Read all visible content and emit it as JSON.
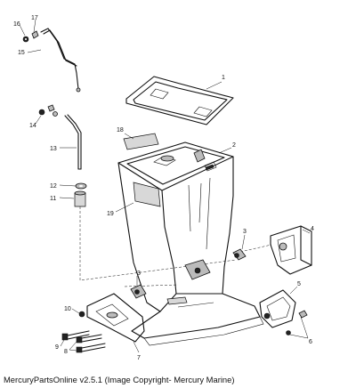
{
  "diagram": {
    "callouts": [
      {
        "id": "callout-1",
        "text": "1"
      },
      {
        "id": "callout-2",
        "text": "2"
      },
      {
        "id": "callout-3a",
        "text": "3"
      },
      {
        "id": "callout-3b",
        "text": "3"
      },
      {
        "id": "callout-4",
        "text": "4"
      },
      {
        "id": "callout-5",
        "text": "5"
      },
      {
        "id": "callout-6",
        "text": "6"
      },
      {
        "id": "callout-7",
        "text": "7"
      },
      {
        "id": "callout-8",
        "text": "8"
      },
      {
        "id": "callout-9",
        "text": "9"
      },
      {
        "id": "callout-10",
        "text": "10"
      },
      {
        "id": "callout-11",
        "text": "11"
      },
      {
        "id": "callout-12",
        "text": "12"
      },
      {
        "id": "callout-13",
        "text": "13"
      },
      {
        "id": "callout-14",
        "text": "14"
      },
      {
        "id": "callout-15",
        "text": "15"
      },
      {
        "id": "callout-16",
        "text": "16"
      },
      {
        "id": "callout-17",
        "text": "17"
      },
      {
        "id": "callout-18",
        "text": "18"
      },
      {
        "id": "callout-19",
        "text": "19"
      }
    ]
  },
  "caption": "MercuryPartsOnline v2.5.1 (Image Copyright- Mercury Marine)"
}
